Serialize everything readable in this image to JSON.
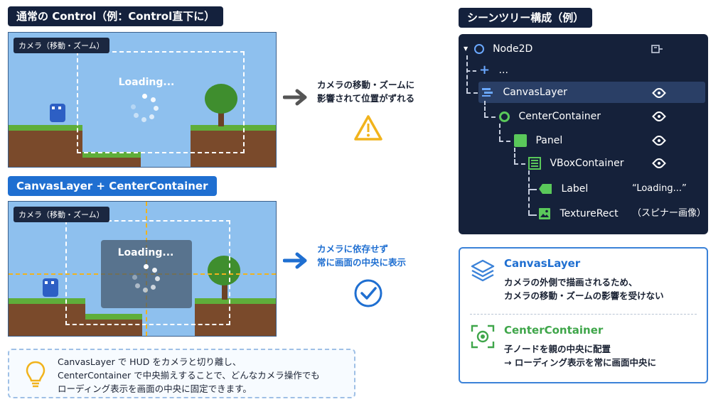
{
  "top_section": {
    "title": "通常の Control（例：Control直下に）",
    "camera_tag": "カメラ（移動・ズーム）",
    "loading": "Loading...",
    "note_line1": "カメラの移動・ズームに",
    "note_line2": "影響されて位置がずれる",
    "note_icon": "warning-icon"
  },
  "bottom_section": {
    "title": "CanvasLayer + CenterContainer",
    "camera_tag": "カメラ（移動・ズーム）",
    "loading": "Loading...",
    "note_line1": "カメラに依存せず",
    "note_line2": "常に画面の中央に表示",
    "note_icon": "check-circle-icon"
  },
  "scene_tree": {
    "title": "シーンツリー構成（例）",
    "nodes": [
      {
        "name": "Node2D",
        "icon": "node2d-icon",
        "value": ""
      },
      {
        "name": "...",
        "icon": "plus-icon",
        "value": ""
      },
      {
        "name": "CanvasLayer",
        "icon": "canvas-layer-icon",
        "value": ""
      },
      {
        "name": "CenterContainer",
        "icon": "center-container-icon",
        "value": ""
      },
      {
        "name": "Panel",
        "icon": "panel-icon",
        "value": ""
      },
      {
        "name": "VBoxContainer",
        "icon": "vbox-icon",
        "value": ""
      },
      {
        "name": "Label",
        "icon": "label-icon",
        "value": "“Loading...”"
      },
      {
        "name": "TextureRect",
        "icon": "texture-rect-icon",
        "value": "（スピナー画像）"
      }
    ]
  },
  "info_box": {
    "canvas_title": "CanvasLayer",
    "canvas_line1": "カメラの外側で描画されるため、",
    "canvas_line2": "カメラの移動・ズームの影響を受けない",
    "center_title": "CenterContainer",
    "center_line1": "子ノードを親の中央に配置",
    "center_line2": "→ ローディング表示を常に画面中央に"
  },
  "tip": {
    "line1": "CanvasLayer で HUD をカメラと切り離し、",
    "line2": "CenterContainer で中央揃えすることで、どんなカメラ操作でも",
    "line3": "ローディング表示を画面の中央に固定できます。",
    "icon": "lightbulb-icon"
  },
  "colors": {
    "dark_navy": "#14213d",
    "accent_blue": "#1f6fd1",
    "node_green": "#5ac85a",
    "warning_yellow": "#f1b31c",
    "sky": "#8ec0ee"
  }
}
